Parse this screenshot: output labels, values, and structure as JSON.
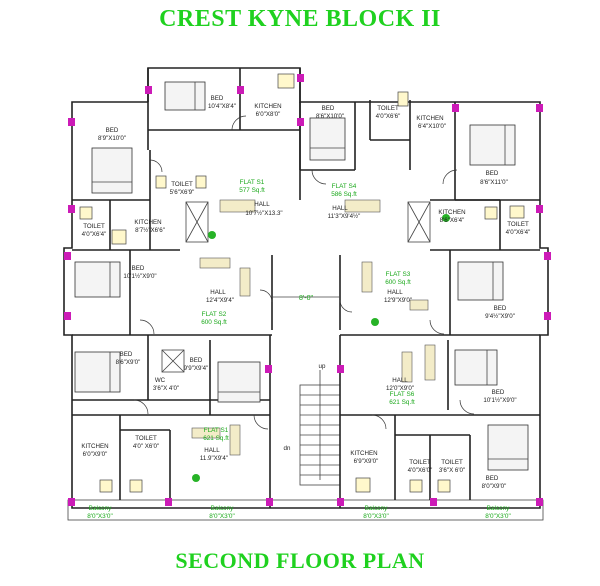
{
  "titles": {
    "top": "CREST KYNE  BLOCK II",
    "bottom": "SECOND  FLOOR PLAN"
  },
  "colors": {
    "title": "#1fd11f",
    "column": "#cc1bb7",
    "area_text": "#1aa81a",
    "plant": "#27b327"
  },
  "corridor": {
    "width_label": "8'-0\""
  },
  "stairs": {
    "up": "up",
    "down": "dn"
  },
  "rooms": {
    "bed_top_left": {
      "name": "BED",
      "size": "10'4\"X8'4\""
    },
    "kitchen_top_left": {
      "name": "KITCHEN",
      "size": "6'0\"X8'0\""
    },
    "bed_top_mid": {
      "name": "BED",
      "size": "8'6\"X10'0\""
    },
    "toilet_top_mid": {
      "name": "TOILET",
      "size": "4'0\"X6'6\""
    },
    "kitchen_top_right": {
      "name": "KITCHEN",
      "size": "6'4\"X10'0\""
    },
    "bed_left_upper": {
      "name": "BED",
      "size": "8'9\"X10'0\""
    },
    "toilet_left_upper": {
      "name": "TOILET",
      "size": "5'6\"X6'9\""
    },
    "bed_right_upper": {
      "name": "BED",
      "size": "8'6\"X11'0\""
    },
    "hall_s1": {
      "name": "HALL",
      "size": "10'7½\"X13.3\""
    },
    "hall_s4": {
      "name": "HALL",
      "size": "11'3\"X9'4½\""
    },
    "toilet_left_mid": {
      "name": "TOILET",
      "size": "4'0\"X6'4\""
    },
    "kitchen_left_mid": {
      "name": "KITCHEN",
      "size": "8'7½\"X6'6\""
    },
    "kitchen_right_mid": {
      "name": "KITCHEN",
      "size": "8'6\"X6'4\""
    },
    "toilet_right_mid": {
      "name": "TOILET",
      "size": "4'0\"X6'4\""
    },
    "bed_left_s2": {
      "name": "BED",
      "size": "10'1½\"X9'0\""
    },
    "hall_s2": {
      "name": "HALL",
      "size": "12'4\"X9'4\""
    },
    "hall_s3": {
      "name": "HALL",
      "size": "12'9\"X9'0\""
    },
    "bed_right_s3": {
      "name": "BED",
      "size": "9'4½\"X9'0\""
    },
    "bed_left_lower_a": {
      "name": "BED",
      "size": "8'6\"X9'0\""
    },
    "bed_left_lower_b": {
      "name": "BED",
      "size": "9'9\"X9'4\""
    },
    "wc_lower": {
      "name": "WC",
      "size": "3'6\"X 4'0\""
    },
    "hall_s6": {
      "name": "HALL",
      "size": "12'0\"X9'0\""
    },
    "bed_right_s6": {
      "name": "BED",
      "size": "10'1½\"X9'0\""
    },
    "kitchen_bottom_left": {
      "name": "KITCHEN",
      "size": "6'0\"X9'0\""
    },
    "toilet_bottom_left": {
      "name": "TOILET",
      "size": "4'0\" X6'0\""
    },
    "hall_s1_bottom": {
      "name": "HALL",
      "size": "11.9\"X9'4\""
    },
    "kitchen_bottom_right": {
      "name": "KITCHEN",
      "size": "6'9\"X9'0\""
    },
    "toilet_bottom_right_a": {
      "name": "TOILET",
      "size": "4'0\"X6'0\""
    },
    "toilet_bottom_right_b": {
      "name": "TOILET",
      "size": "3'6\"X 6'0\""
    },
    "bed_bottom_right": {
      "name": "BED",
      "size": "8'0\"X9'0\""
    }
  },
  "flats": {
    "s1_top": {
      "name": "FLAT S1",
      "area": "577 Sq.ft"
    },
    "s4": {
      "name": "FLAT S4",
      "area": "586 Sq.ft"
    },
    "s2": {
      "name": "FLAT S2",
      "area": "600 Sq.ft"
    },
    "s3": {
      "name": "FLAT S3",
      "area": "600 Sq.ft"
    },
    "s6": {
      "name": "FLAT S6",
      "area": "621 Sq.ft"
    },
    "s1_bottom": {
      "name": "FLAT S1",
      "area": "621 Sq.ft"
    }
  },
  "balconies": [
    {
      "name": "Balcony",
      "size": "8'0\"X3'0\""
    },
    {
      "name": "Balcony",
      "size": "8'0\"X3'0\""
    },
    {
      "name": "Balcony",
      "size": "8'0\"X3'0\""
    },
    {
      "name": "Balcony",
      "size": "8'0\"X3'0\""
    }
  ]
}
